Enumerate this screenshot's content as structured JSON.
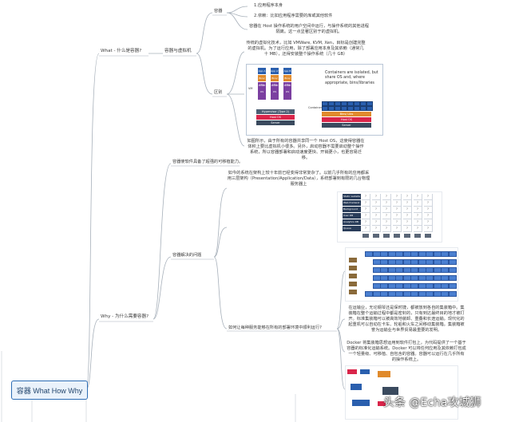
{
  "root": "容器 What How Why",
  "branches": {
    "what": {
      "label": "What - 什么是容器?",
      "vm_node": "容器与虚拟机",
      "container": {
        "label": "容器",
        "items": [
          "1.应用程序本身",
          "2.依赖：比如应用程序需要的库或其他软件"
        ],
        "desc": "容器在 Host 操作系统的用户空间中运行，与操作系统的其他进程隔离。这一点显著区别于的虚拟机。"
      },
      "diff": {
        "label": "区别",
        "vm_desc": "传统的虚拟化技术，比如 VMWare, KVM, Xen，目标是创建完整的虚拟机。为了运行应用，除了部署应用本身及其依赖（通常几十 MB），还得安装整个操作系统（几十 GB）",
        "figure": {
          "vm_label": "VM",
          "container_label": "Container",
          "caption": "Containers are isolated, but share OS and, where appropriate, bins/libraries",
          "app_labels": [
            "App A",
            "App A'",
            "App B"
          ],
          "bins_label": "Bins/ Libs",
          "guest_label": "Guest OS",
          "hypervisor": "Hypervisor (Type 2)",
          "host_os": "Host OS",
          "server": "Server"
        },
        "after_desc": "如图所示，由于所有的容器共享同一个 Host OS，这使得容器在体积上要比虚拟机小很多。另外，启动容器不需要启动整个操作系统，所以容器部署和启动速度更快、开销更小，也更容易迁移。"
      }
    },
    "why": {
      "label": "Why - 为什么需要容器?",
      "portable": "容器使软件具备了超强的可移植能力。",
      "problem": {
        "label": "容器解决的问题",
        "desc": "如今的系统在架构上较十年前已经变得非常复杂了。以前几乎所有的应用都采用三层架构（Presentation/Application/Data），系统部署到有限的几台物理服务器上",
        "question": "如何让每种服务能够在所有的部署环境中顺利运行?",
        "shipping_desc": "在运输业，无论钢琴还是保时捷，都被放到各自的集装箱中。集装箱在整个运输过程中都是密封的，只有到达最终目的地才被打开。标准集装箱可以被高效地装卸、重叠和长途运输。现代化的起重机可以自动在卡车、轮船和火车之间移动集装箱。集装箱被誉为运输业与世界贸易最重要的发明。",
        "docker_desc": "Docker 将集装箱思想运用到软件打包上，为代码提供了一个基于容器的标准化运输系统。Docker 可以将任何应用及其依赖打包成一个轻量级、可移植、自包含的容器。容器可以运行在几乎所有的操作系统上。"
      }
    }
  },
  "matrix": {
    "rows": [
      "Static website",
      "Web frontend",
      "Background workers",
      "User DB",
      "Analytics DB",
      "Queue"
    ],
    "mark": "?"
  },
  "watermark": "头条 @Echa攻城狮",
  "colors": {
    "root_border": "#2d6db5",
    "link": "#9aa4ae",
    "app": "#2a5fae",
    "bins": "#e08a2c",
    "guest": "#7b3fa0",
    "host": "#d9254a",
    "hyper": "#4d5f74",
    "server": "#3a4a5e"
  }
}
